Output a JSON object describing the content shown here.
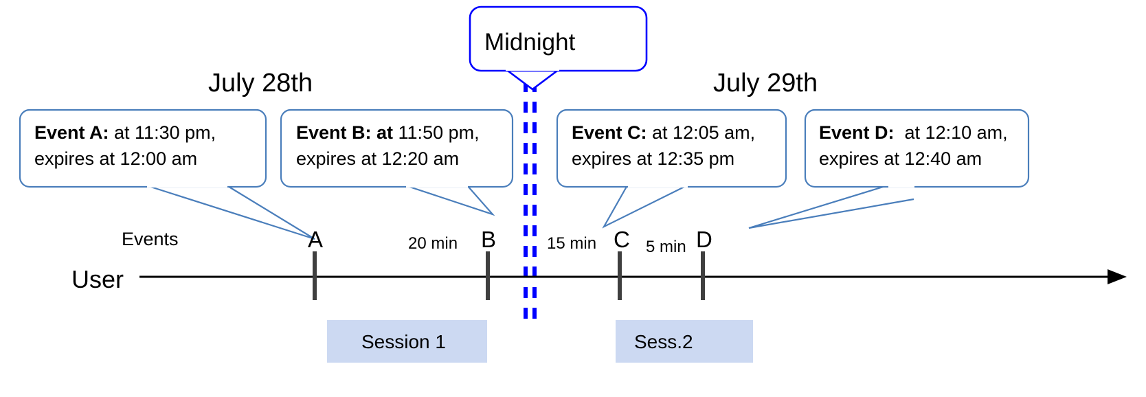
{
  "diagram": {
    "title_midnight": "Midnight",
    "dates": [
      {
        "id": "july-28",
        "label": "July 28th"
      },
      {
        "id": "july-29",
        "label": "July 29th"
      }
    ],
    "lane_labels": {
      "events": "Events",
      "user": "User"
    },
    "callouts": [
      {
        "id": "event-a",
        "bold": "Event A:",
        "rest": " at 11:30 pm,",
        "line2": "expires at 12:00 am"
      },
      {
        "id": "event-b",
        "bold": "Event B: at",
        "rest": " 11:50 pm,",
        "line2": "expires at 12:20 am"
      },
      {
        "id": "event-c",
        "bold": "Event C:",
        "rest": " at 12:05 am,",
        "line2": "expires at 12:35 pm"
      },
      {
        "id": "event-d",
        "bold": "Event D:",
        "rest": "  at 12:10 am,",
        "line2": "expires at 12:40 am"
      }
    ],
    "markers": [
      {
        "id": "marker-a",
        "label": "A"
      },
      {
        "id": "marker-b",
        "label": "B"
      },
      {
        "id": "marker-c",
        "label": "C"
      },
      {
        "id": "marker-d",
        "label": "D"
      }
    ],
    "gaps": [
      {
        "id": "gap-a-b",
        "label": "20 min"
      },
      {
        "id": "gap-b-c",
        "label": "15 min"
      },
      {
        "id": "gap-c-d",
        "label": "5 min"
      }
    ],
    "sessions": [
      {
        "id": "session-1",
        "label": "Session 1"
      },
      {
        "id": "session-2",
        "label": "Sess.2"
      }
    ],
    "colors": {
      "callout_stroke": "#4a7ebb",
      "midnight_stroke": "#0000ff",
      "session_fill": "#ccd9f2",
      "axis": "#000000",
      "tick": "#3f3f3f",
      "background": "#ffffff"
    }
  }
}
